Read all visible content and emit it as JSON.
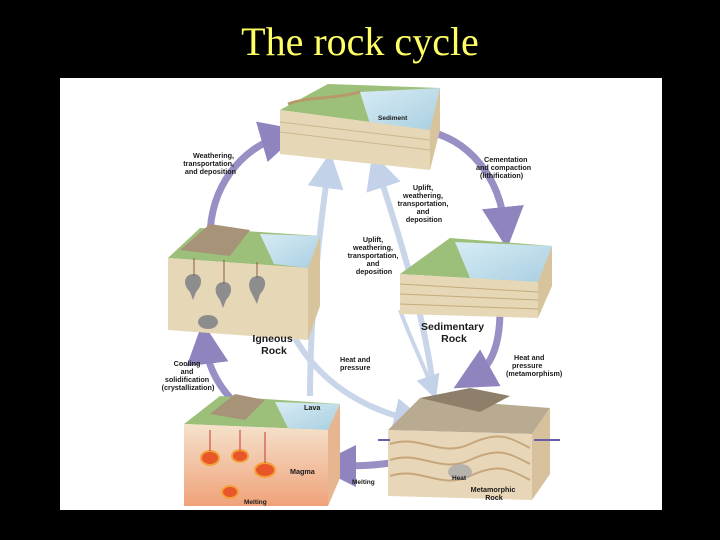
{
  "slide": {
    "title": "The rock cycle",
    "title_color": "#ffff66",
    "background": "#000000"
  },
  "diagram": {
    "blocks": {
      "sediment": {
        "label": "Sediment"
      },
      "sedimentary_rock": {
        "label_line1": "Sedimentary",
        "label_line2": "Rock"
      },
      "igneous_rock": {
        "label_line1": "Igneous",
        "label_line2": "Rock"
      },
      "metamorphic_rock": {
        "label_line1": "Metamorphic",
        "label_line2": "Rock",
        "sub_label": "Heat"
      },
      "magma": {
        "lava": "Lava",
        "magma": "Magma",
        "melting": "Melting"
      }
    },
    "processes": {
      "weathering": [
        "Weathering,",
        "transportation,",
        "and deposition"
      ],
      "cementation": [
        "Cementation",
        "and compaction",
        "(lithification)"
      ],
      "uplift_inner_right": [
        "Uplift,",
        "weathering,",
        "transportation,",
        "and",
        "deposition"
      ],
      "uplift_inner_left": [
        "Uplift,",
        "weathering,",
        "transportation,",
        "and",
        "deposition"
      ],
      "heat_pressure_inner": [
        "Heat and",
        "pressure"
      ],
      "heat_pressure_metamorphism": [
        "Heat and",
        "pressure",
        "(metamorphism)"
      ],
      "cooling": [
        "Cooling",
        "and",
        "solidification",
        "(crystallization)"
      ],
      "melting_arrow": "Melting"
    },
    "colors": {
      "outer_arrow": "#9a8fc4",
      "inner_arrow": "#c9d6ea",
      "water": "#bcd9e8",
      "land": "#9cbf7a",
      "soil": "#e6d7b6",
      "magma": "#e8562a"
    }
  }
}
